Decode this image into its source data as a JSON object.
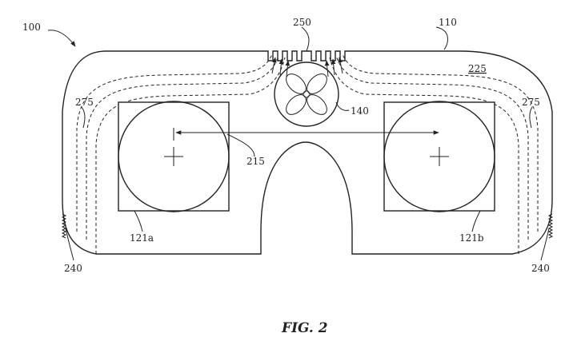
{
  "labels": {
    "device": "100",
    "housing": "110",
    "fan": "140",
    "distance": "215",
    "cavity": "225",
    "vents_top": "250",
    "airflow_left": "275",
    "airflow_right": "275",
    "lens_left": "121a",
    "lens_right": "121b",
    "vents_left": "240",
    "vents_right": "240"
  },
  "caption": "FIG. 2"
}
